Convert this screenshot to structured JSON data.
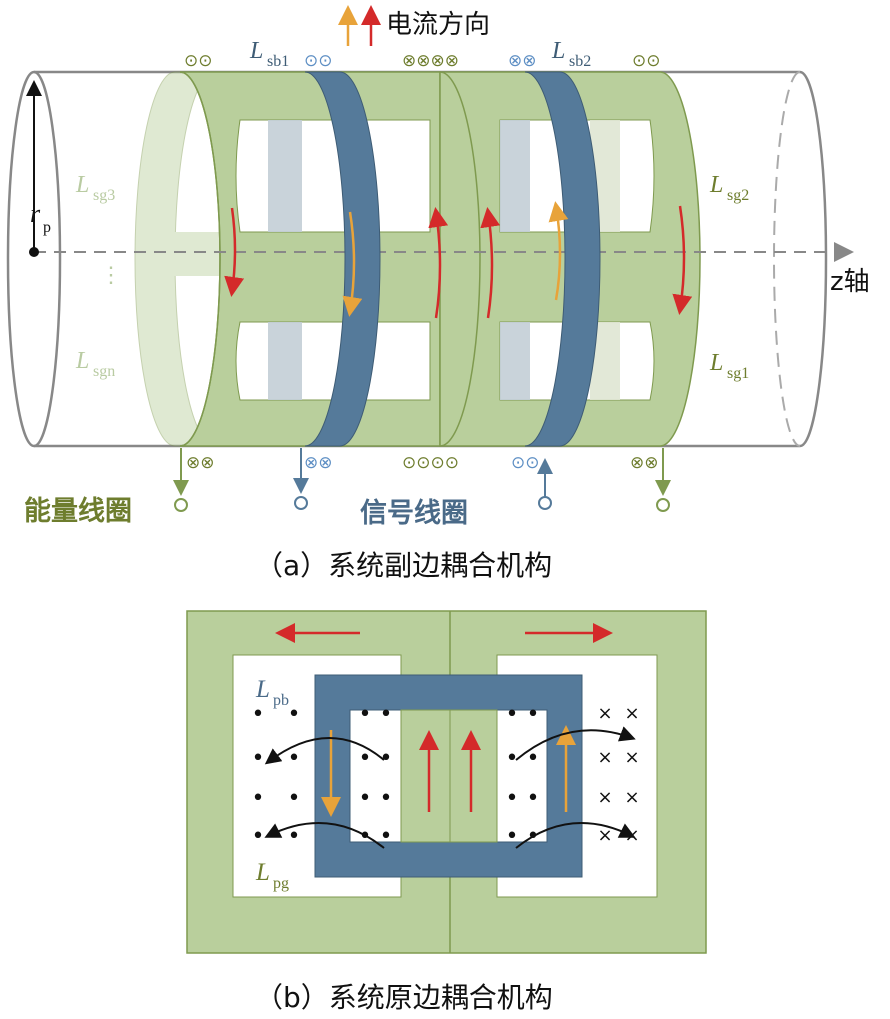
{
  "legend": {
    "current_direction": "电流方向"
  },
  "part_a": {
    "caption": "（a）系统副边耦合机构",
    "axis_label": "z轴",
    "radius_label": "r",
    "radius_sub": "p",
    "coils": {
      "lsg3": {
        "main": "L",
        "sub": "sg3"
      },
      "lsgn": {
        "main": "L",
        "sub": "sgn"
      },
      "lsg2": {
        "main": "L",
        "sub": "sg2"
      },
      "lsg1": {
        "main": "L",
        "sub": "sg1"
      },
      "lsb1": {
        "main": "L",
        "sub": "sb1"
      },
      "lsb2": {
        "main": "L",
        "sub": "sb2"
      },
      "vdots": "⋮"
    },
    "top_symbols": {
      "s1": "⊙⊙",
      "s2": "⊙⊙",
      "s3": "⊗⊗⊗⊗",
      "s4": "⊗⊗",
      "s5": "⊙⊙"
    },
    "bottom_symbols": {
      "s1": "⊗⊗",
      "s2": "⊗⊗",
      "s3": "⊙⊙⊙⊙",
      "s4": "⊙⊙",
      "s5": "⊗⊗"
    },
    "energy_coil_label": "能量线圈",
    "signal_coil_label": "信号线圈"
  },
  "part_b": {
    "caption": "（b）系统原边耦合机构",
    "lpb": {
      "main": "L",
      "sub": "pb"
    },
    "lpg": {
      "main": "L",
      "sub": "pg"
    },
    "dot_symbol": "•",
    "cross_symbol": "×"
  },
  "colors": {
    "green_fill": "#b9cf9c",
    "green_dark": "#7f9a4f",
    "blue": "#557a9a",
    "light_blue_text": "#5e8fc4",
    "red": "#d42a2a",
    "orange": "#e8a33a",
    "olive_text": "#6e7d2e",
    "faded_text": "#b9cba2"
  }
}
